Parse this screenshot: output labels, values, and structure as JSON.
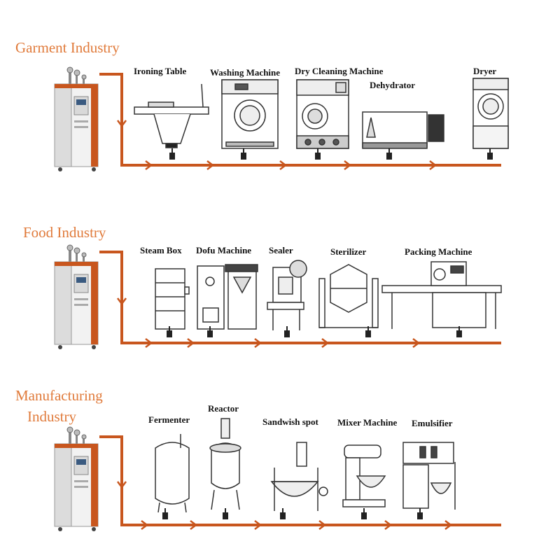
{
  "accent_color": "#c8561e",
  "sections": [
    {
      "title": "Garment Industry",
      "machines": [
        {
          "label": "Ironing Table",
          "icon": "ironing-table-icon"
        },
        {
          "label": "Washing Machine",
          "icon": "washing-machine-icon"
        },
        {
          "label": "Dry Cleaning Machine",
          "icon": "dry-cleaning-machine-icon"
        },
        {
          "label": "Dehydrator",
          "icon": "dehydrator-icon"
        },
        {
          "label": "Dryer",
          "icon": "dryer-icon"
        }
      ]
    },
    {
      "title": "Food Industry",
      "machines": [
        {
          "label": "Steam Box",
          "icon": "steam-box-icon"
        },
        {
          "label": "Dofu Machine",
          "icon": "dofu-machine-icon"
        },
        {
          "label": "Sealer",
          "icon": "sealer-icon"
        },
        {
          "label": "Sterilizer",
          "icon": "sterilizer-icon"
        },
        {
          "label": "Packing Machine",
          "icon": "packing-machine-icon"
        }
      ]
    },
    {
      "title_line1": "Manufacturing",
      "title_line2": "Industry",
      "machines": [
        {
          "label": "Fermenter",
          "icon": "fermenter-icon"
        },
        {
          "label": "Reactor",
          "icon": "reactor-icon"
        },
        {
          "label": "Sandwish spot",
          "icon": "sandwich-pot-icon"
        },
        {
          "label": "Mixer Machine",
          "icon": "mixer-machine-icon"
        },
        {
          "label": "Emulsifier",
          "icon": "emulsifier-icon"
        }
      ]
    }
  ]
}
